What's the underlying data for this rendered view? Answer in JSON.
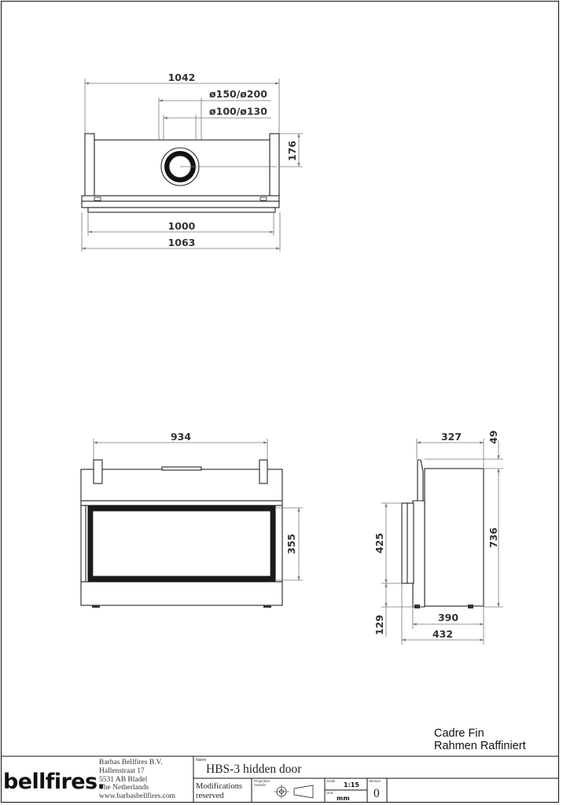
{
  "top_view": {
    "width_outer": "1042",
    "flue_large": "ø150/ø200",
    "flue_small": "ø100/ø130",
    "depth": "176",
    "inner_width": "1000",
    "total_width": "1063"
  },
  "front_view": {
    "width": "934",
    "glass_height": "355"
  },
  "side_view": {
    "depth": "327",
    "top_offset": "49",
    "height": "736",
    "opening_height": "425",
    "base_height": "129",
    "depth_base": "390",
    "depth_total": "432"
  },
  "caption": {
    "line1": "Cadre Fin",
    "line2": "Rahmen Raffiniert"
  },
  "title_block": {
    "logo": "bellfires.",
    "company": "Barbas Bellfires B.V.",
    "street": "Hallenstraat 17",
    "postcode": "5531 AB Bladel",
    "country": "The Netherlands",
    "website": "www.barbasbellfires.com",
    "name_label": "Name",
    "name": "HBS-3 hidden door",
    "modifications_line1": "Modifications",
    "modifications_line2": "reserved",
    "projection_label_1": "Projection",
    "projection_label_2": "Ansicht",
    "scale_label": "Scale",
    "scale": "1:15",
    "unit_label": "Unit",
    "unit": "mm",
    "version_label": "Version",
    "version": "0"
  }
}
